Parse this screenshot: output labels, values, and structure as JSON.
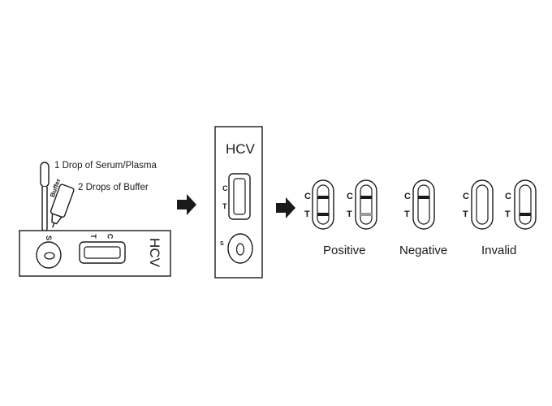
{
  "instructions": {
    "serum_label": "1 Drop of Serum/Plasma",
    "buffer_label": "2 Drops of Buffer",
    "buffer_bottle_text": "Buffer"
  },
  "cassette": {
    "brand": "HCV",
    "control_mark": "C",
    "test_mark": "T",
    "sample_mark": "S"
  },
  "results": {
    "positive": "Positive",
    "negative": "Negative",
    "invalid": "Invalid"
  },
  "strip_marks": {
    "c": "C",
    "t": "T"
  },
  "colors": {
    "ink": "#1a1a1a",
    "faint_line": "#9a9a9a",
    "background": "#ffffff"
  },
  "icons": [
    "dropper-icon",
    "buffer-bottle-icon",
    "arrow-right-icon"
  ]
}
